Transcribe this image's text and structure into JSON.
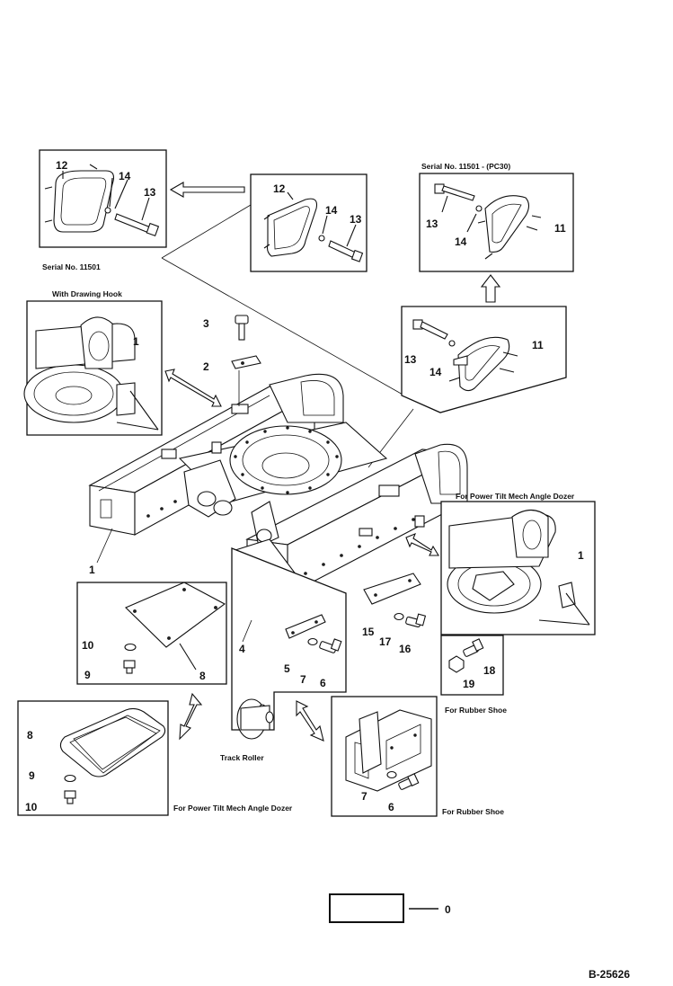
{
  "captions": {
    "serial_11501": "Serial No. 11501",
    "serial_11501_pc30": "Serial No. 11501 - (PC30)",
    "with_drawing_hook": "With Drawing Hook",
    "power_tilt_right": "For Power Tilt Mech Angle Dozer",
    "power_tilt_bottom": "For Power Tilt Mech Angle Dozer",
    "rubber_shoe_1": "For Rubber Shoe",
    "rubber_shoe_2": "For Rubber Shoe",
    "track_roller": "Track Roller"
  },
  "callouts": {
    "n1_hook": "1",
    "n1_frame": "1",
    "n1_right": "1",
    "n2": "2",
    "n3": "3",
    "n4": "4",
    "n5": "5",
    "n6": "6",
    "n6_shoe": "6",
    "n7": "7",
    "n7_shoe": "7",
    "n8": "8",
    "n8_box": "8",
    "n9": "9",
    "n9_box": "9",
    "n10": "10",
    "n10_box": "10",
    "n11_top": "11",
    "n11_mid": "11",
    "n12_a": "12",
    "n12_b": "12",
    "n13_a": "13",
    "n13_b": "13",
    "n13_c": "13",
    "n13_d": "13",
    "n14_a": "14",
    "n14_b": "14",
    "n14_c": "14",
    "n14_d": "14",
    "n15": "15",
    "n16": "16",
    "n17": "17",
    "n18": "18",
    "n19": "19"
  },
  "legend": {
    "value": "0"
  },
  "figure_id": "B-25626"
}
